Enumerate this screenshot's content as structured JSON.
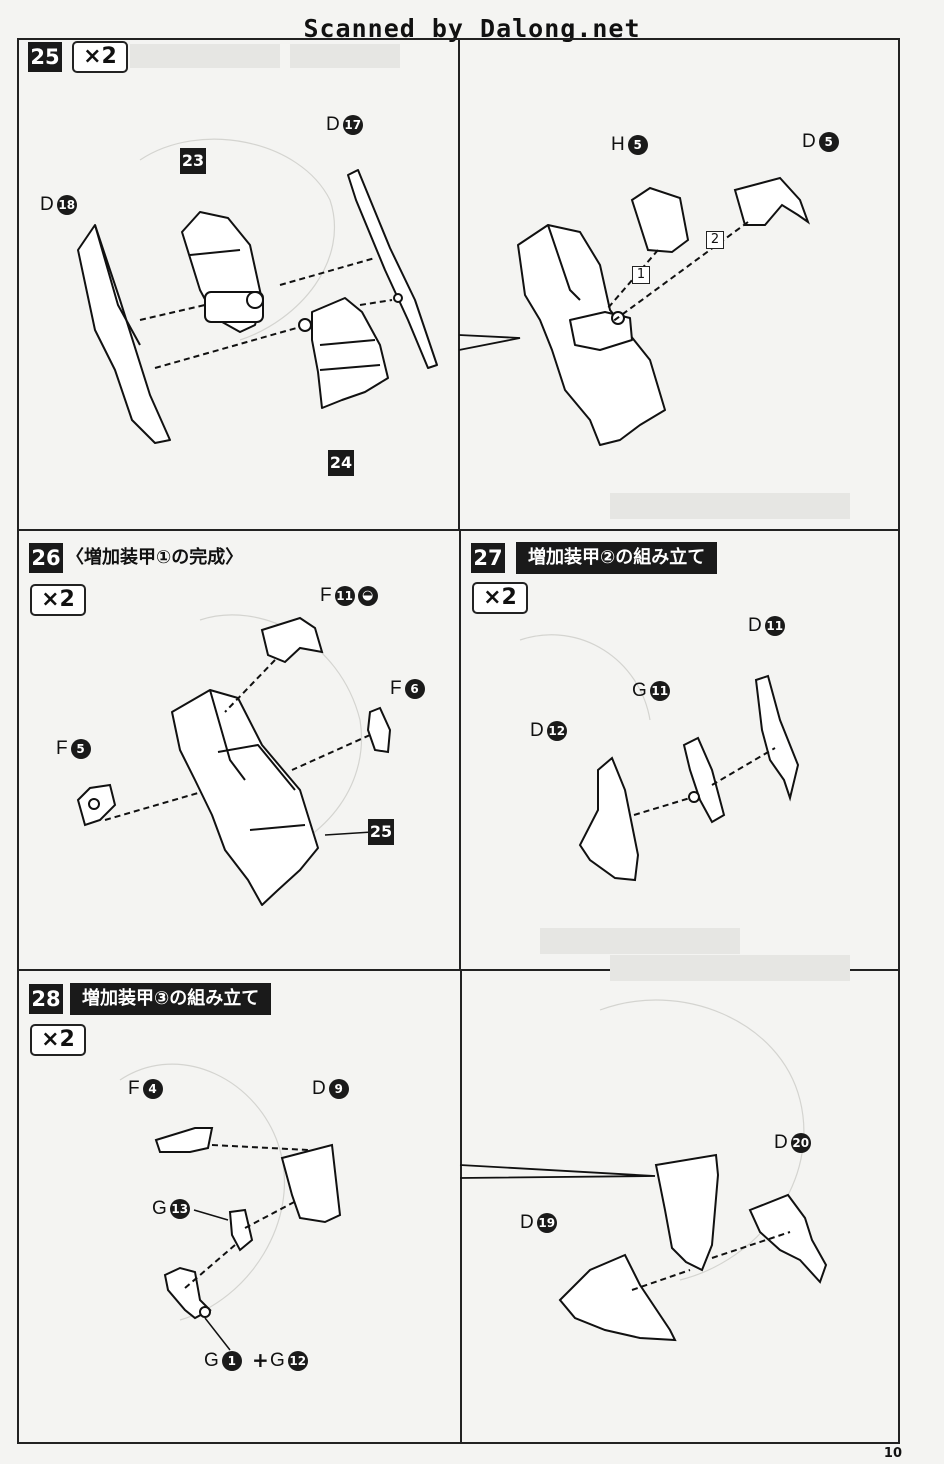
{
  "watermark": "Scanned by Dalong.net",
  "page_number": "10",
  "steps": [
    {
      "number": "25",
      "multiplier": "×2",
      "parts": [
        {
          "letter": "D",
          "num": "18"
        },
        {
          "letter": "D",
          "num": "17"
        }
      ],
      "refs": [
        "23",
        "24"
      ]
    },
    {
      "continuation_parts": [
        {
          "letter": "H",
          "num": "5"
        },
        {
          "letter": "D",
          "num": "5"
        }
      ],
      "order_marks": [
        "1",
        "2"
      ]
    },
    {
      "number": "26",
      "title": "〈増加装甲①の完成〉",
      "multiplier": "×2",
      "parts": [
        {
          "letter": "F",
          "num": "11"
        },
        {
          "letter": "F",
          "num": "6"
        },
        {
          "letter": "F",
          "num": "5"
        }
      ],
      "refs": [
        "25"
      ]
    },
    {
      "number": "27",
      "title": "増加装甲②の組み立て",
      "multiplier": "×2",
      "parts": [
        {
          "letter": "D",
          "num": "11"
        },
        {
          "letter": "G",
          "num": "11"
        },
        {
          "letter": "D",
          "num": "12"
        }
      ]
    },
    {
      "number": "28",
      "title": "増加装甲③の組み立て",
      "multiplier": "×2",
      "parts": [
        {
          "letter": "F",
          "num": "4"
        },
        {
          "letter": "D",
          "num": "9"
        },
        {
          "letter": "G",
          "num": "13"
        },
        {
          "letter": "G",
          "num": "1"
        },
        {
          "letter": "G",
          "num": "12"
        }
      ],
      "plus": "+"
    },
    {
      "continuation_parts": [
        {
          "letter": "D",
          "num": "20"
        },
        {
          "letter": "D",
          "num": "19"
        }
      ]
    }
  ]
}
